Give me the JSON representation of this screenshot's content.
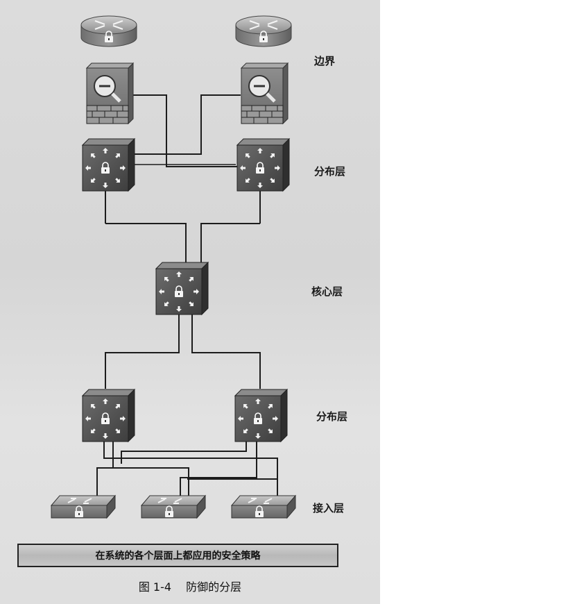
{
  "labels": {
    "edge": "边界",
    "distribution_top": "分布层",
    "core": "核心层",
    "distribution_bottom": "分布层",
    "access": "接入层"
  },
  "banner": "在系统的各个层面上都应用的安全策略",
  "caption": {
    "number": "图 1-4",
    "title": "防御的分层"
  },
  "icons": {
    "routers": [
      "router-icon",
      "router-icon"
    ],
    "firewalls": [
      "firewall-icon",
      "firewall-icon"
    ],
    "distribution_top": [
      "multilayer-switch-icon",
      "multilayer-switch-icon"
    ],
    "core": [
      "multilayer-switch-icon"
    ],
    "distribution_bottom": [
      "multilayer-switch-icon",
      "multilayer-switch-icon"
    ],
    "access": [
      "workgroup-switch-icon",
      "workgroup-switch-icon",
      "workgroup-switch-icon"
    ]
  }
}
